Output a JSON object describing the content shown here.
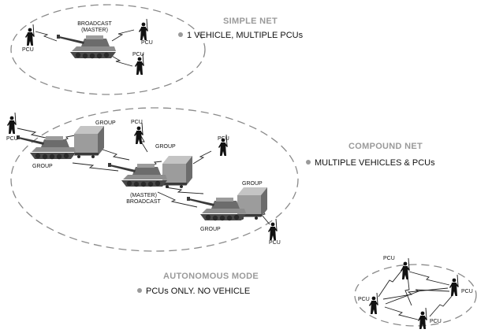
{
  "simple_net": {
    "title": "SIMPLE NET",
    "bullet": "1 VEHICLE, MULTIPLE PCUs",
    "labels": {
      "broadcast_line1": "BROADCAST",
      "broadcast_line2": "(MASTER)",
      "pcu_left": "PCU",
      "pcu_right_top": "PCU",
      "pcu_right_bottom": "PCU"
    }
  },
  "compound_net": {
    "title": "COMPOUND NET",
    "bullet": "MULTIPLE VEHICLES & PCUs",
    "labels": {
      "pcu_outside": "PCU",
      "group_1": "GROUP",
      "pcu_inner_top": "PCU",
      "group_2": "GROUP",
      "pcu_inner_right": "PCU",
      "group_left": "GROUP",
      "master_line1": "(MASTER)",
      "master_line2": "BROADCAST",
      "group_3": "GROUP",
      "group_bottom": "GROUP",
      "pcu_bottom": "PCU"
    }
  },
  "autonomous_mode": {
    "title": "AUTONOMOUS MODE",
    "bullet": "PCUs ONLY. NO VEHICLE",
    "labels": {
      "pcu_top": "PCU",
      "pcu_left": "PCU",
      "pcu_right": "PCU",
      "pcu_bottom": "PCU"
    }
  },
  "colors": {
    "heading": "#9a9a9a",
    "ellipse_stroke": "#8a8a8a",
    "vehicle_body": "#7c7c7c",
    "shelter": "#8a8a8a",
    "text": "#111111"
  }
}
